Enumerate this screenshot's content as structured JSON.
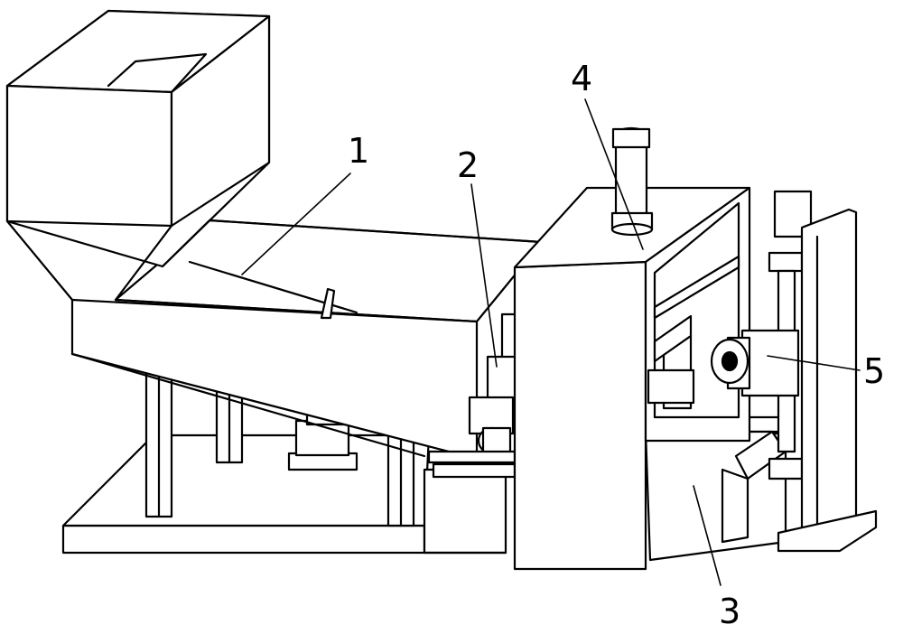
{
  "figure": {
    "labels": [
      {
        "id": "callout-1",
        "text": "1"
      },
      {
        "id": "callout-2",
        "text": "2"
      },
      {
        "id": "callout-3",
        "text": "3"
      },
      {
        "id": "callout-4",
        "text": "4"
      },
      {
        "id": "callout-5",
        "text": "5"
      }
    ],
    "colors": {
      "stroke": "#000000",
      "fill": "#ffffff"
    }
  }
}
